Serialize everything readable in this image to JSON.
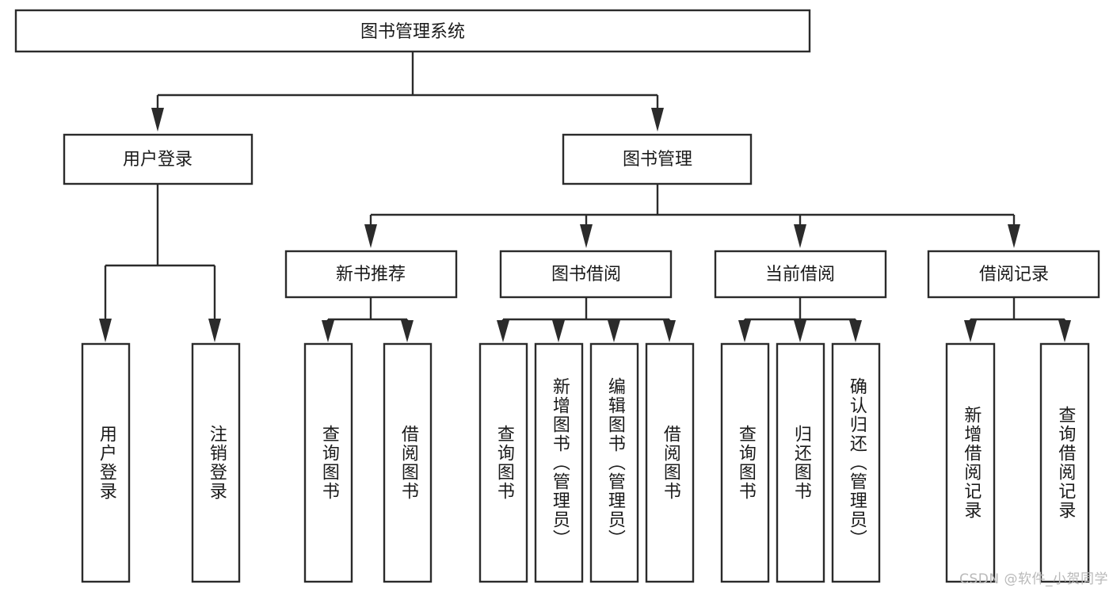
{
  "diagram": {
    "type": "tree-hierarchy-chart",
    "title": "图书管理系统",
    "root": {
      "id": "root",
      "label": "图书管理系统",
      "orientation": "horizontal"
    },
    "level2": [
      {
        "id": "user-login",
        "label": "用户登录",
        "orientation": "horizontal"
      },
      {
        "id": "book-manage",
        "label": "图书管理",
        "orientation": "horizontal"
      }
    ],
    "level3": [
      {
        "id": "new-book-recommend",
        "label": "新书推荐",
        "parent": "book-manage",
        "orientation": "horizontal"
      },
      {
        "id": "book-borrow",
        "label": "图书借阅",
        "parent": "book-manage",
        "orientation": "horizontal"
      },
      {
        "id": "current-borrow",
        "label": "当前借阅",
        "parent": "book-manage",
        "orientation": "horizontal"
      },
      {
        "id": "borrow-record",
        "label": "借阅记录",
        "parent": "book-manage",
        "orientation": "horizontal"
      }
    ],
    "leaves": [
      {
        "id": "leaf-user-login",
        "label": "用户登录",
        "parent": "user-login",
        "orientation": "vertical"
      },
      {
        "id": "leaf-user-logout",
        "label": "注销登录",
        "parent": "user-login",
        "orientation": "vertical"
      },
      {
        "id": "leaf-query-book-1",
        "label": "查询图书",
        "parent": "new-book-recommend",
        "orientation": "vertical"
      },
      {
        "id": "leaf-borrow-book-1",
        "label": "借阅图书",
        "parent": "new-book-recommend",
        "orientation": "vertical"
      },
      {
        "id": "leaf-query-book-2",
        "label": "查询图书",
        "parent": "book-borrow",
        "orientation": "vertical"
      },
      {
        "id": "leaf-add-book",
        "label": "新增图书（管理员）",
        "parent": "book-borrow",
        "orientation": "vertical"
      },
      {
        "id": "leaf-edit-book",
        "label": "编辑图书（管理员）",
        "parent": "book-borrow",
        "orientation": "vertical"
      },
      {
        "id": "leaf-borrow-book-2",
        "label": "借阅图书",
        "parent": "book-borrow",
        "orientation": "vertical"
      },
      {
        "id": "leaf-query-book-3",
        "label": "查询图书",
        "parent": "current-borrow",
        "orientation": "vertical"
      },
      {
        "id": "leaf-return-book",
        "label": "归还图书",
        "parent": "current-borrow",
        "orientation": "vertical"
      },
      {
        "id": "leaf-confirm-return",
        "label": "确认归还（管理员）",
        "parent": "current-borrow",
        "orientation": "vertical"
      },
      {
        "id": "leaf-add-record",
        "label": "新增借阅记录",
        "parent": "borrow-record",
        "orientation": "vertical"
      },
      {
        "id": "leaf-query-record",
        "label": "查询借阅记录",
        "parent": "borrow-record",
        "orientation": "vertical"
      }
    ],
    "watermark": "CSDN @软件_小贺同学",
    "colors": {
      "stroke": "#2b2b2b",
      "fill": "#ffffff",
      "text": "#1a1a1a",
      "watermark": "#b9b9b9",
      "background": "#ffffff"
    }
  }
}
